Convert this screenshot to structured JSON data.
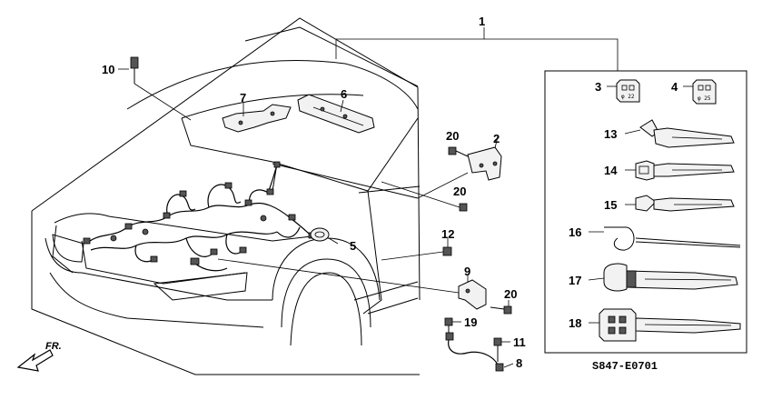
{
  "diagram_code": "S847-E0701",
  "direction_label": "FR.",
  "part_numbers": [
    "1",
    "2",
    "3",
    "4",
    "5",
    "6",
    "7",
    "8",
    "9",
    "10",
    "11",
    "12",
    "13",
    "14",
    "15",
    "16",
    "17",
    "18",
    "19",
    "20",
    "20",
    "20"
  ],
  "clip_codes": [
    "φ 22",
    "φ 25"
  ]
}
